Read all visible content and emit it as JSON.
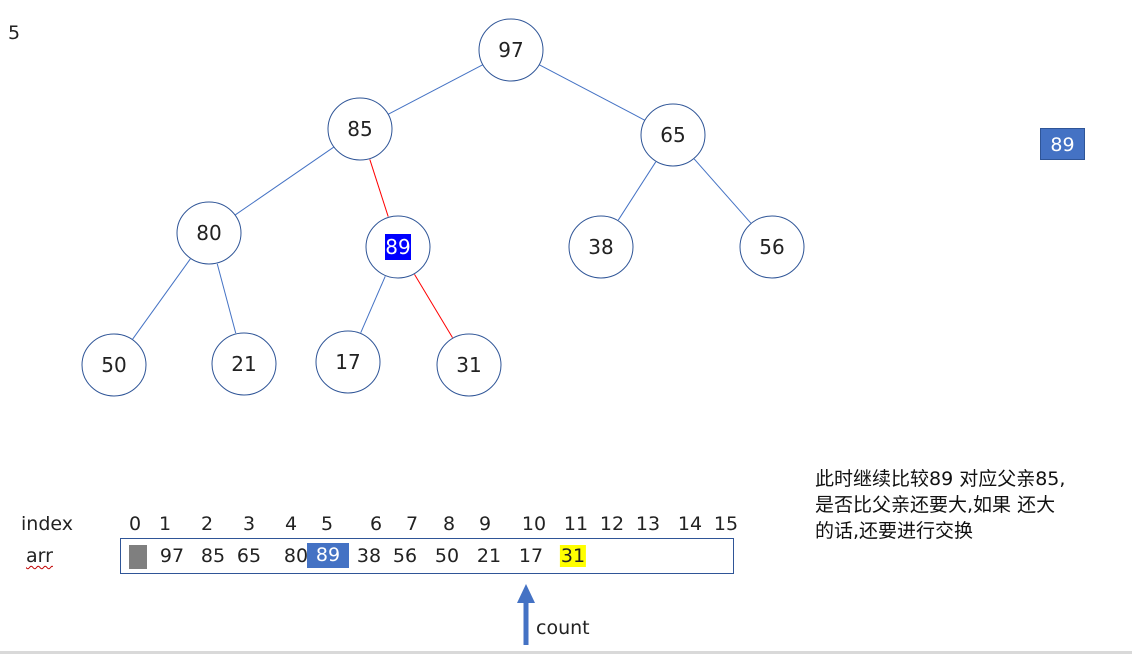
{
  "corner_number": "5",
  "tree": {
    "nodes": [
      {
        "id": "n97",
        "label": "97",
        "highlight": false
      },
      {
        "id": "n85",
        "label": "85",
        "highlight": false
      },
      {
        "id": "n65",
        "label": "65",
        "highlight": false
      },
      {
        "id": "n80",
        "label": "80",
        "highlight": false
      },
      {
        "id": "n89",
        "label": "89",
        "highlight": true
      },
      {
        "id": "n38",
        "label": "38",
        "highlight": false
      },
      {
        "id": "n56",
        "label": "56",
        "highlight": false
      },
      {
        "id": "n50",
        "label": "50",
        "highlight": false
      },
      {
        "id": "n21",
        "label": "21",
        "highlight": false
      },
      {
        "id": "n17",
        "label": "17",
        "highlight": false
      },
      {
        "id": "n31",
        "label": "31",
        "highlight": false
      }
    ],
    "edges": [
      {
        "from": "n97",
        "to": "n85",
        "color": "#4472c4"
      },
      {
        "from": "n97",
        "to": "n65",
        "color": "#4472c4"
      },
      {
        "from": "n85",
        "to": "n80",
        "color": "#4472c4"
      },
      {
        "from": "n85",
        "to": "n89",
        "color": "#ff0000"
      },
      {
        "from": "n65",
        "to": "n38",
        "color": "#4472c4"
      },
      {
        "from": "n65",
        "to": "n56",
        "color": "#4472c4"
      },
      {
        "from": "n80",
        "to": "n50",
        "color": "#4472c4"
      },
      {
        "from": "n80",
        "to": "n21",
        "color": "#4472c4"
      },
      {
        "from": "n89",
        "to": "n17",
        "color": "#4472c4"
      },
      {
        "from": "n89",
        "to": "n31",
        "color": "#ff0000"
      }
    ]
  },
  "floating_value": "89",
  "note_lines": [
    "此时继续比较89 对应父亲85,",
    "是否比父亲还要大,如果 还大",
    "的话,还要进行交换"
  ],
  "array": {
    "index_label": "index",
    "arr_label": "arr",
    "indices": [
      "0",
      "1",
      "2",
      "3",
      "4",
      "5",
      "6",
      "7",
      "8",
      "9",
      "10",
      "11",
      "12",
      "13",
      "14",
      "15"
    ],
    "values": [
      "97",
      "85",
      "65",
      "80",
      "89",
      "38",
      "56",
      "50",
      "21",
      "17",
      "31"
    ],
    "highlighted_value": "89",
    "yellow_value": "31"
  },
  "pointer_label": "count",
  "colors": {
    "node_border": "#2f5597",
    "edge_default": "#4472c4",
    "edge_swap_path": "#ff0000",
    "highlight_fill": "#0000ff",
    "cell_highlight": "#4472c4",
    "cell_yellow": "#ffff00",
    "empty_cell": "#7f7f7f",
    "arrow": "#4472c4"
  }
}
